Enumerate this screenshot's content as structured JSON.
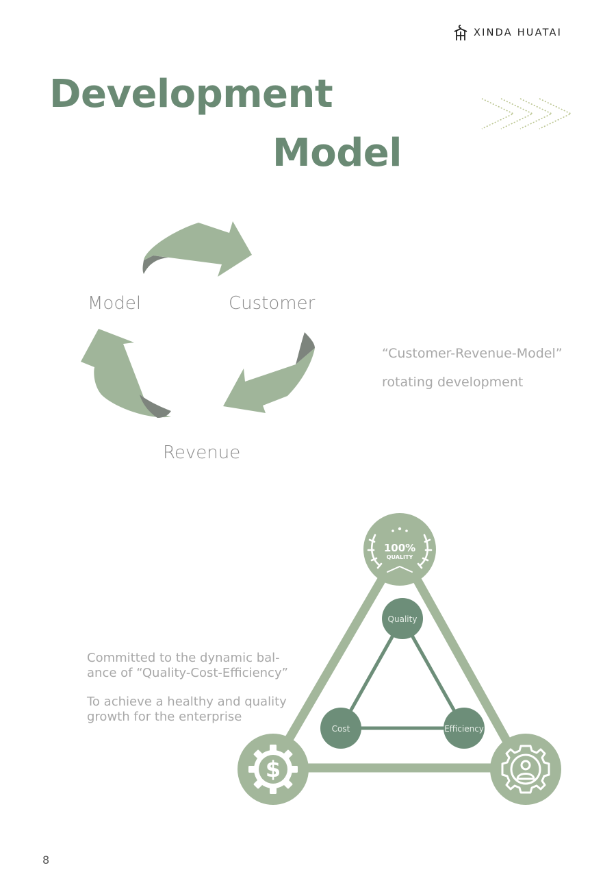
{
  "header": {
    "brand": "XINDA HUATAI",
    "logo_icon": "hanger-logo-icon"
  },
  "title": {
    "line1": "Development",
    "line2": "Model"
  },
  "cycle": {
    "labels": [
      "Model",
      "Customer",
      "Revenue"
    ],
    "caption_line1": "“Customer-Revenue-Model”",
    "caption_line2": "rotating development"
  },
  "balance": {
    "text_line1": "Committed to the dynamic bal-",
    "text_line2": "ance of “Quality-Cost-Efficiency”",
    "text_line3": "To achieve a healthy and quality",
    "text_line4": "growth for the enterprise",
    "nodes": [
      "Quality",
      "Cost",
      "Efficiency"
    ],
    "badge_top": "100%",
    "badge_bottom": "QUALITY",
    "icons": [
      "quality-laurel-icon",
      "dollar-gear-icon",
      "person-gear-icon"
    ]
  },
  "colors": {
    "title": "#6a8a74",
    "arrow": "#a0b59a",
    "arrow_fold": "#7d847d",
    "light_green": "#a3b79b",
    "dark_green": "#6d8e79"
  },
  "footer": {
    "page_number": "8"
  }
}
